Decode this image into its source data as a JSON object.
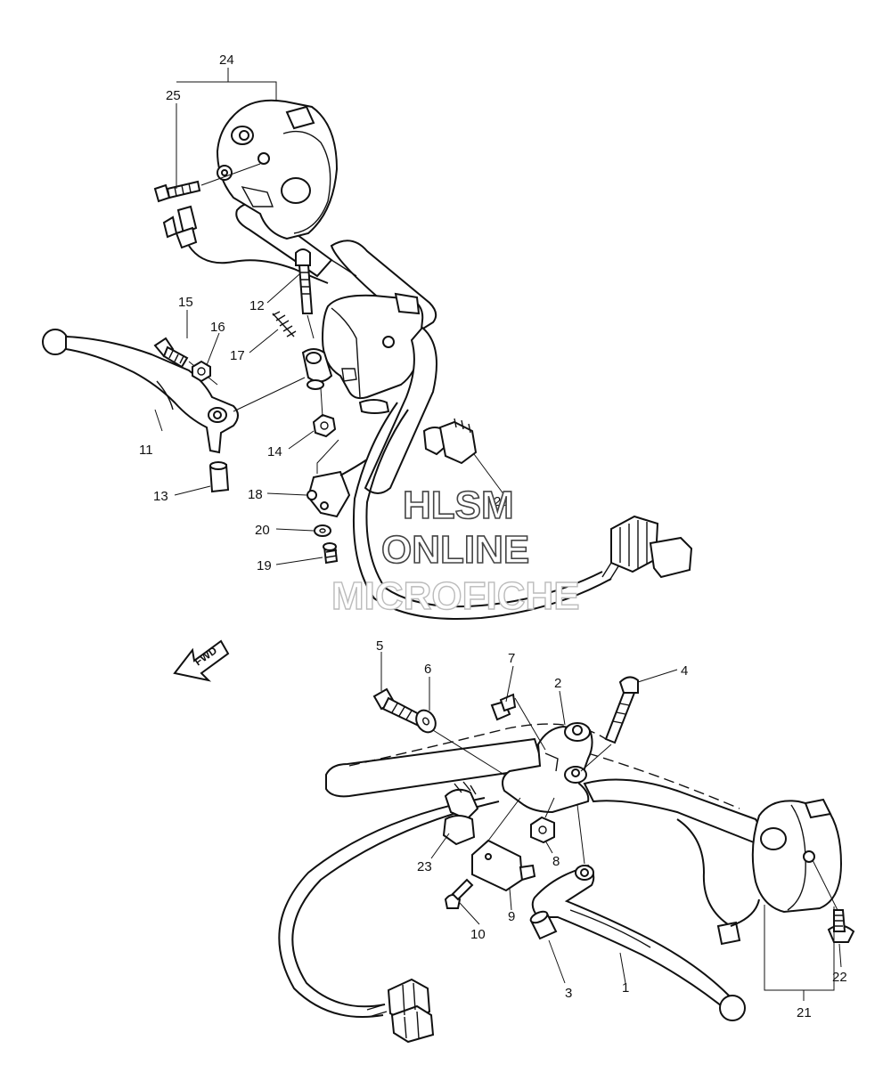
{
  "diagram": {
    "callouts": [
      {
        "id": "24",
        "text": "24"
      },
      {
        "id": "25",
        "text": "25"
      },
      {
        "id": "15",
        "text": "15"
      },
      {
        "id": "16",
        "text": "16"
      },
      {
        "id": "12",
        "text": "12"
      },
      {
        "id": "17",
        "text": "17"
      },
      {
        "id": "11",
        "text": "11"
      },
      {
        "id": "14",
        "text": "14"
      },
      {
        "id": "13",
        "text": "13"
      },
      {
        "id": "18",
        "text": "18"
      },
      {
        "id": "26",
        "text": "26"
      },
      {
        "id": "20",
        "text": "20"
      },
      {
        "id": "19",
        "text": "19"
      },
      {
        "id": "5",
        "text": "5"
      },
      {
        "id": "6",
        "text": "6"
      },
      {
        "id": "7",
        "text": "7"
      },
      {
        "id": "2",
        "text": "2"
      },
      {
        "id": "4",
        "text": "4"
      },
      {
        "id": "23",
        "text": "23"
      },
      {
        "id": "8",
        "text": "8"
      },
      {
        "id": "9",
        "text": "9"
      },
      {
        "id": "10",
        "text": "10"
      },
      {
        "id": "3",
        "text": "3"
      },
      {
        "id": "1",
        "text": "1"
      },
      {
        "id": "22",
        "text": "22"
      },
      {
        "id": "21",
        "text": "21"
      }
    ],
    "fwd_label": "FWD",
    "watermark": {
      "line1": "HLSM",
      "line2": "ONLINE",
      "line3": "MICROFICHE"
    }
  },
  "colors": {
    "line": "#111111",
    "background": "#ffffff",
    "watermark_outline": "#444444"
  }
}
